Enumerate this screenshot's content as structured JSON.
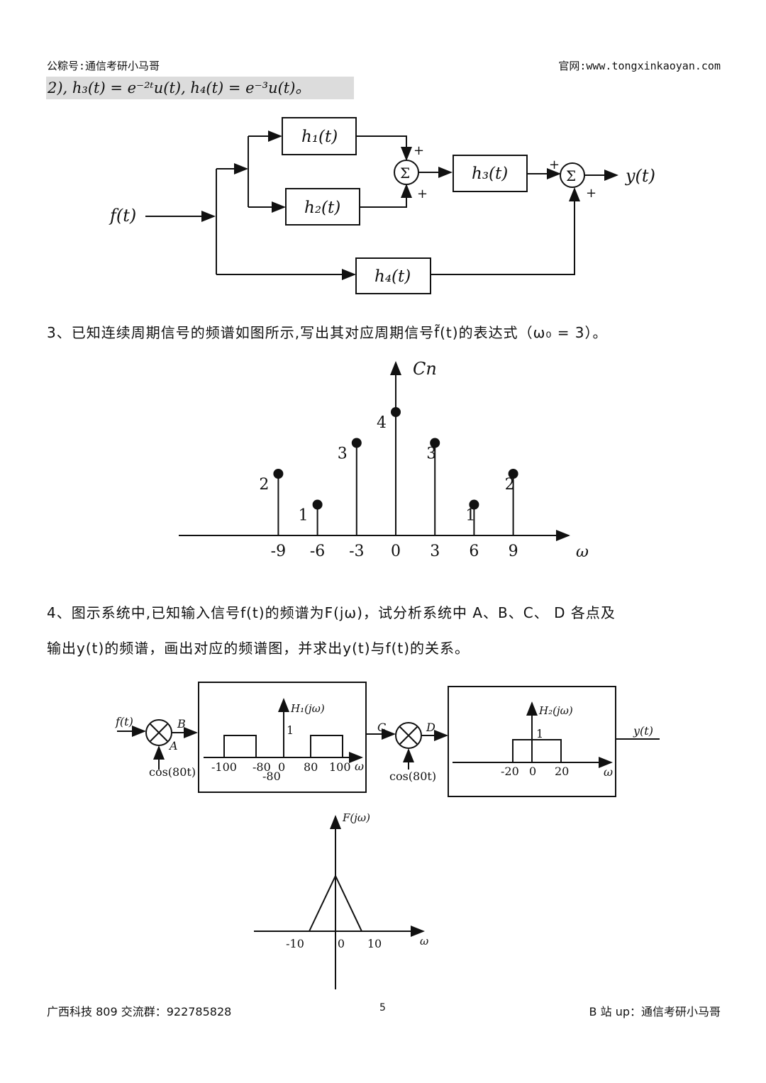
{
  "header": {
    "left": "公粽号:通信考研小马哥",
    "right": "官网:www.tongxinkaoyan.com"
  },
  "formula_line": "2), h₃(t) = e⁻²ᵗu(t), h₄(t) = e⁻³u(t)。",
  "diagram1": {
    "input": "f(t)",
    "output": "y(t)",
    "h1": "h₁(t)",
    "h2": "h₂(t)",
    "h3": "h₃(t)",
    "h4": "h₄(t)",
    "sum": "Σ",
    "plus": "+"
  },
  "q3": {
    "text": "3、已知连续周期信号的频谱如图所示,写出其对应周期信号f̃(t)的表达式（ω₀ = 3）。"
  },
  "chart_data": [
    {
      "type": "stem",
      "ylabel": "Cn",
      "xlabel": "ω",
      "x": [
        -9,
        -6,
        -3,
        0,
        3,
        6,
        9
      ],
      "values": [
        2,
        1,
        3,
        4,
        3,
        1,
        2
      ],
      "tick_labels": [
        "-9",
        "-6",
        "-3",
        "0",
        "3",
        "6",
        "9"
      ]
    },
    {
      "type": "line",
      "title": "F(jω)",
      "xlabel": "ω",
      "x": [
        -10,
        0,
        10
      ],
      "values": [
        0,
        1,
        0
      ],
      "tick_labels": [
        "-10",
        "0",
        "10"
      ]
    }
  ],
  "q4": {
    "line1": "4、图示系统中,已知输入信号f(t)的频谱为F(jω)，试分析系统中 A、B、C、 D 各点及",
    "line2": "输出y(t)的频谱，画出对应的频谱图，并求出y(t)与f(t)的关系。"
  },
  "diagram2": {
    "input": "f(t)",
    "A": "A",
    "B": "B",
    "C": "C",
    "D": "D",
    "carrier": "cos(80t)",
    "output": "y(t)",
    "h1": {
      "title": "H₁(jω)",
      "one": "1",
      "ticks": [
        "-100",
        "-80",
        "0",
        "80",
        "100"
      ],
      "extra": "-80",
      "w": "ω"
    },
    "h2": {
      "title": "H₂(jω)",
      "one": "1",
      "ticks": [
        "-20",
        "0",
        "20"
      ],
      "w": "ω"
    }
  },
  "footer": {
    "left": "广西科技 809 交流群：922785828",
    "page": "5",
    "right": "B 站 up：通信考研小马哥"
  }
}
